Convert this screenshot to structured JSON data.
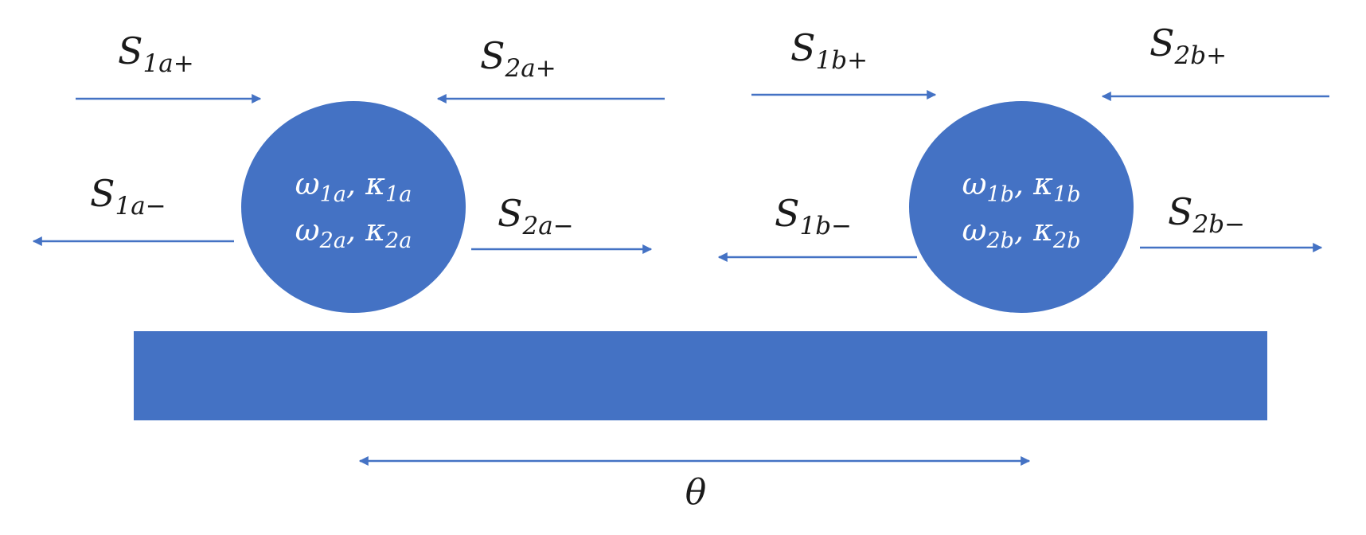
{
  "colors": {
    "fill": "#4472C4",
    "arrow": "#4472C4",
    "text": "#1a1a1a",
    "resonator_text": "#ffffff"
  },
  "labels": {
    "s1a_plus": {
      "base": "S",
      "sub": "1a+"
    },
    "s2a_plus": {
      "base": "S",
      "sub": "2a+"
    },
    "s1b_plus": {
      "base": "S",
      "sub": "1b+"
    },
    "s2b_plus": {
      "base": "S",
      "sub": "2b+"
    },
    "s1a_minus": {
      "base": "S",
      "sub": "1a−"
    },
    "s2a_minus": {
      "base": "S",
      "sub": "2a−"
    },
    "s1b_minus": {
      "base": "S",
      "sub": "1b−"
    },
    "s2b_minus": {
      "base": "S",
      "sub": "2b−"
    }
  },
  "resonator_a": {
    "line1": {
      "w": "ω",
      "w_sub": "1a",
      "sep": ", ",
      "k": "κ",
      "k_sub": "1a"
    },
    "line2": {
      "w": "ω",
      "w_sub": "2a",
      "sep": ", ",
      "k": "κ",
      "k_sub": "2a"
    }
  },
  "resonator_b": {
    "line1": {
      "w": "ω",
      "w_sub": "1b",
      "sep": ", ",
      "k": "κ",
      "k_sub": "1b"
    },
    "line2": {
      "w": "ω",
      "w_sub": "2b",
      "sep": ", ",
      "k": "κ",
      "k_sub": "2b"
    }
  },
  "phase_label": "θ"
}
